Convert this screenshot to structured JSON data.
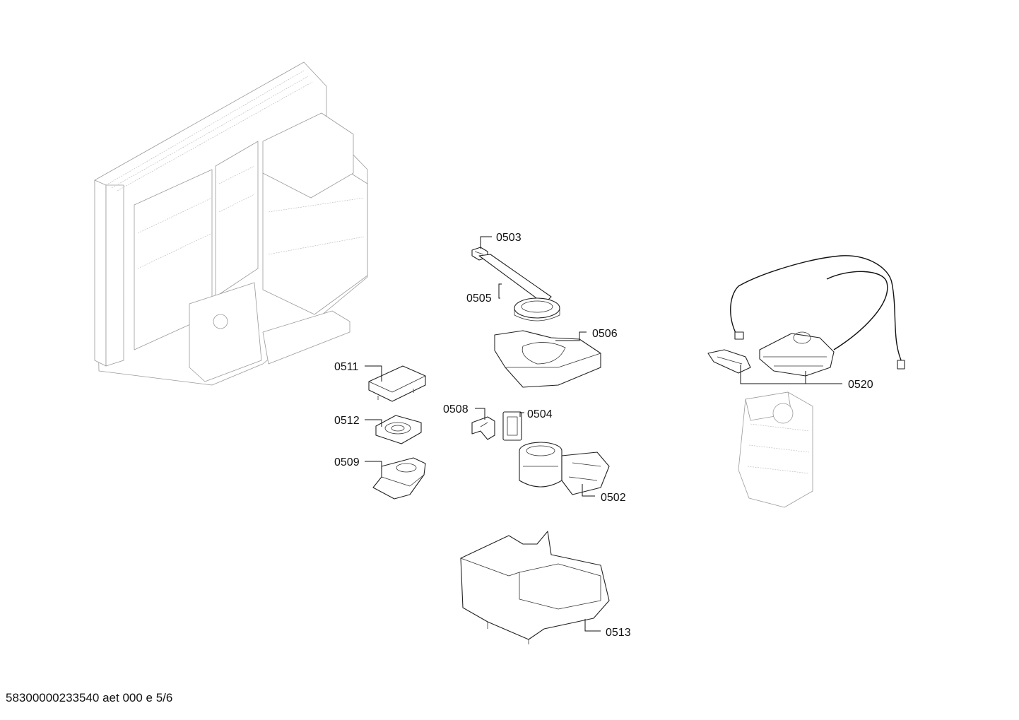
{
  "drawing": {
    "footer": "58300000233540 aet 000 e 5/6"
  },
  "callouts": [
    {
      "id": "c0503",
      "label": "0503"
    },
    {
      "id": "c0505",
      "label": "0505"
    },
    {
      "id": "c0506",
      "label": "0506"
    },
    {
      "id": "c0511",
      "label": "0511"
    },
    {
      "id": "c0512",
      "label": "0512"
    },
    {
      "id": "c0509",
      "label": "0509"
    },
    {
      "id": "c0508",
      "label": "0508"
    },
    {
      "id": "c0504",
      "label": "0504"
    },
    {
      "id": "c0502",
      "label": "0502"
    },
    {
      "id": "c0513",
      "label": "0513"
    },
    {
      "id": "c0520",
      "label": "0520"
    }
  ]
}
